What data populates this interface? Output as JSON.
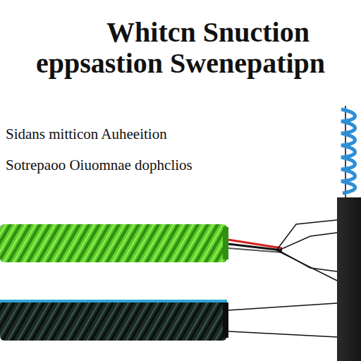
{
  "diagram": {
    "title": "Whitcn Snuction",
    "labels": [
      "eppsastion Swenepatipn",
      "Sidans mitticon Auheeition",
      "Sotrepaoo Oiuomnae dophclios"
    ]
  }
}
